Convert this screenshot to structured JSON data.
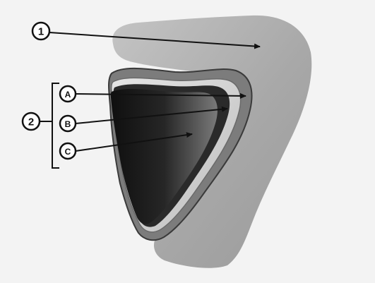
{
  "labels": {
    "one": "1",
    "two": "2",
    "a": "A",
    "b": "B",
    "c": "C"
  },
  "colors": {
    "background": "#f3f3f3",
    "outer_region": "#a9a9a9",
    "outer_highlight": "#c9c9c9",
    "layer_a": "#777777",
    "layer_a_edge": "#3a3a3a",
    "layer_b": "#d4d4d4",
    "layer_c_dark": "#141414",
    "layer_c_light": "#6a6a6a",
    "lines": "#111111"
  }
}
